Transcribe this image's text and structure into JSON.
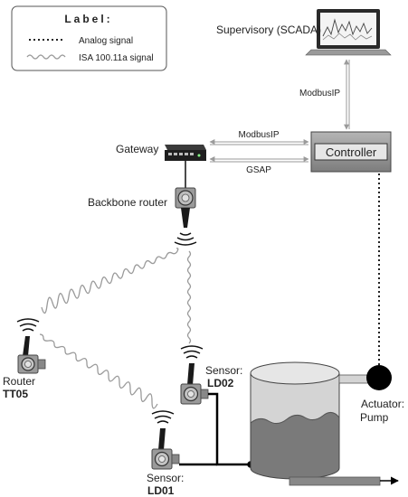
{
  "legend": {
    "title": "Label:",
    "analog": "Analog signal",
    "isa": "ISA 100.11a signal"
  },
  "nodes": {
    "scada": "Supervisory (SCADA)",
    "gateway": "Gateway",
    "controller": "Controller",
    "backbone": "Backbone router",
    "router_role": "Router",
    "router_id": "TT05",
    "sensor1_role": "Sensor:",
    "sensor1_id": "LD02",
    "sensor2_role": "Sensor:",
    "sensor2_id": "LD01",
    "actuator_role": "Actuator:",
    "actuator_id": "Pump"
  },
  "links": {
    "scada_controller": "ModbusIP",
    "gateway_controller_top": "ModbusIP",
    "gateway_controller_bottom": "GSAP"
  },
  "colors": {
    "controller_fill": "#8a8a8a",
    "tank_upper": "#d4d4d4",
    "tank_liquid": "#7a7a7a",
    "gateway": "#2b2b2b",
    "pump": "#000000",
    "link_arrow": "#9a9a9a"
  }
}
